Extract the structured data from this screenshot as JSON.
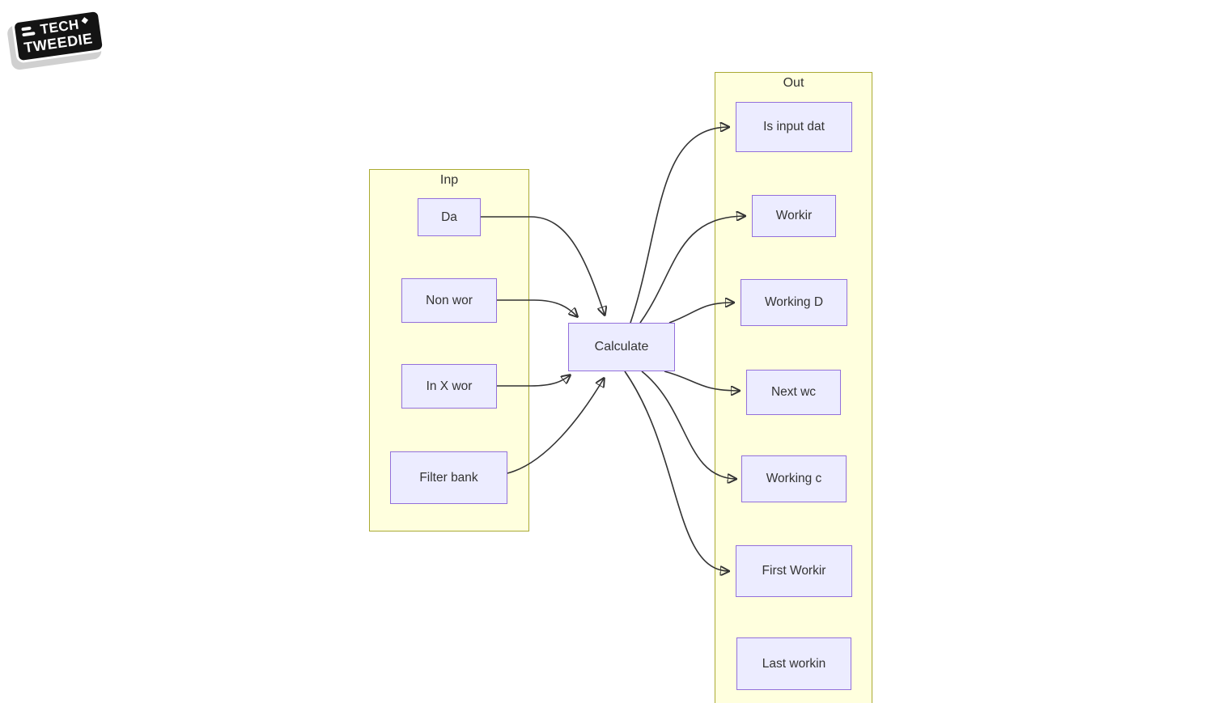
{
  "canvas": {
    "background": "#ffffff"
  },
  "logo": {
    "line1": "TECH",
    "line2": "TWEEDIE"
  },
  "diagram": {
    "colors": {
      "node_fill": "#ECECFF",
      "node_border": "#9370DB",
      "group_fill": "#ffffde",
      "group_border": "#aaaa33",
      "edge": "#333333",
      "text": "#333333"
    },
    "groups": [
      {
        "id": "input",
        "label": "Inp"
      },
      {
        "id": "output",
        "label": "Out"
      }
    ],
    "nodes": [
      {
        "id": "date",
        "label": "Da"
      },
      {
        "id": "non_working",
        "label": "Non wor"
      },
      {
        "id": "in_x_working",
        "label": "In X wor"
      },
      {
        "id": "filter_bank",
        "label": "Filter bank"
      },
      {
        "id": "calculate",
        "label": "Calculate"
      },
      {
        "id": "is_input_date",
        "label": "Is input dat"
      },
      {
        "id": "working",
        "label": "Workir"
      },
      {
        "id": "working_days",
        "label": "Working D"
      },
      {
        "id": "next_working",
        "label": "Next wc"
      },
      {
        "id": "working_c",
        "label": "Working c"
      },
      {
        "id": "first_working",
        "label": "First Workir"
      },
      {
        "id": "last_working",
        "label": "Last workin"
      }
    ],
    "edges": [
      {
        "from": "date",
        "to": "calculate"
      },
      {
        "from": "non_working",
        "to": "calculate"
      },
      {
        "from": "in_x_working",
        "to": "calculate"
      },
      {
        "from": "filter_bank",
        "to": "calculate"
      },
      {
        "from": "calculate",
        "to": "is_input_date"
      },
      {
        "from": "calculate",
        "to": "working"
      },
      {
        "from": "calculate",
        "to": "working_days"
      },
      {
        "from": "calculate",
        "to": "next_working"
      },
      {
        "from": "calculate",
        "to": "working_c"
      },
      {
        "from": "calculate",
        "to": "first_working"
      }
    ]
  }
}
